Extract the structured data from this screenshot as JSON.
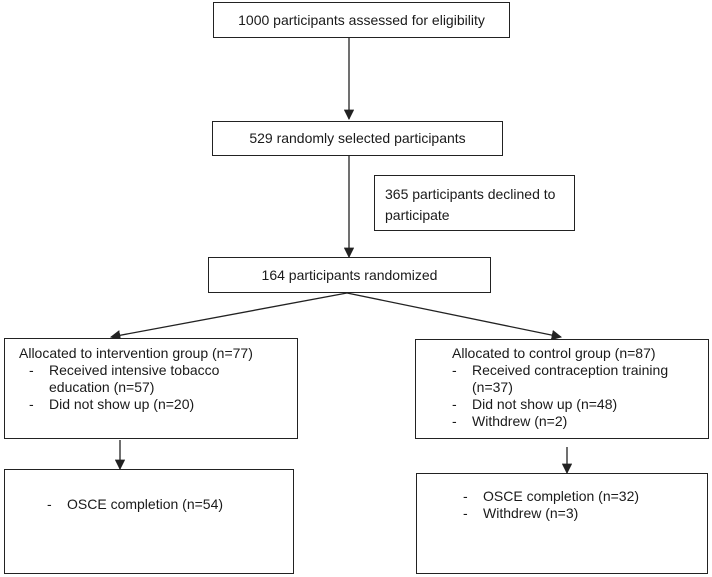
{
  "assessed": "1000 participants assessed for eligibility",
  "selected": "529 randomly selected participants",
  "declined": "365 participants declined to participate",
  "randomized": "164 participants randomized",
  "intervention": {
    "title": "Allocated to intervention group (n=77)",
    "items": [
      "Received intensive tobacco education (n=57)",
      "Did not show up (n=20)"
    ]
  },
  "control": {
    "title": "Allocated to control group (n=87)",
    "items": [
      "Received contraception training (n=37)",
      "Did not show up (n=48)",
      "Withdrew (n=2)"
    ]
  },
  "intervention_outcome": {
    "items": [
      "OSCE completion (n=54)"
    ]
  },
  "control_outcome": {
    "items": [
      "OSCE completion (n=32)",
      "Withdrew (n=3)"
    ]
  },
  "colors": {
    "line": "#222222",
    "text": "#1a1a1a"
  }
}
